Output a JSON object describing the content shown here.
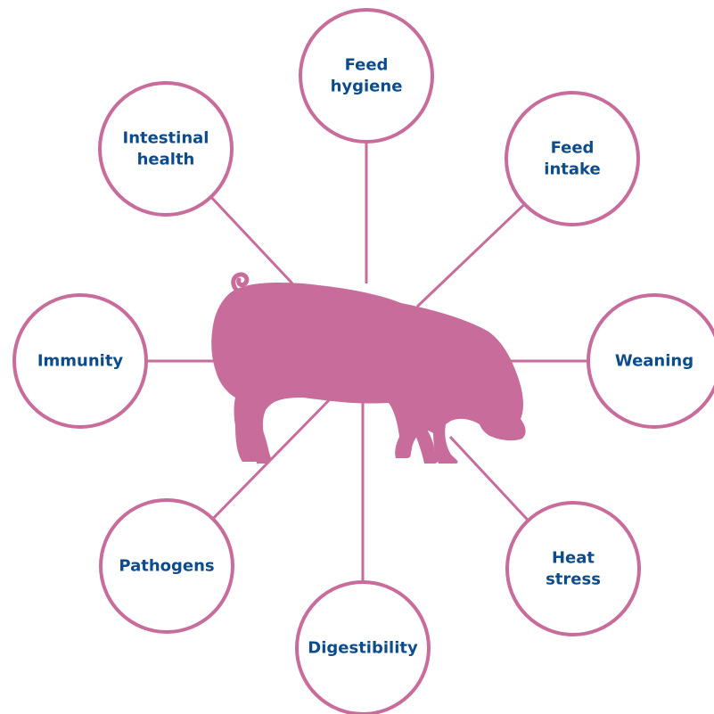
{
  "colors": {
    "accent": "#c86c9b",
    "text": "#0d4c8c",
    "background": "#ffffff"
  },
  "center": {
    "figure": "pig-silhouette"
  },
  "nodes": [
    {
      "id": "feed-hygiene",
      "lines": [
        "Feed",
        "hygiene"
      ]
    },
    {
      "id": "feed-intake",
      "lines": [
        "Feed",
        "intake"
      ]
    },
    {
      "id": "weaning",
      "lines": [
        "Weaning"
      ]
    },
    {
      "id": "heat-stress",
      "lines": [
        "Heat",
        "stress"
      ]
    },
    {
      "id": "digestibility",
      "lines": [
        "Digestibility"
      ]
    },
    {
      "id": "pathogens",
      "lines": [
        "Pathogens"
      ]
    },
    {
      "id": "immunity",
      "lines": [
        "Immunity"
      ]
    },
    {
      "id": "intestinal-health",
      "lines": [
        "Intestinal",
        "health"
      ]
    }
  ]
}
